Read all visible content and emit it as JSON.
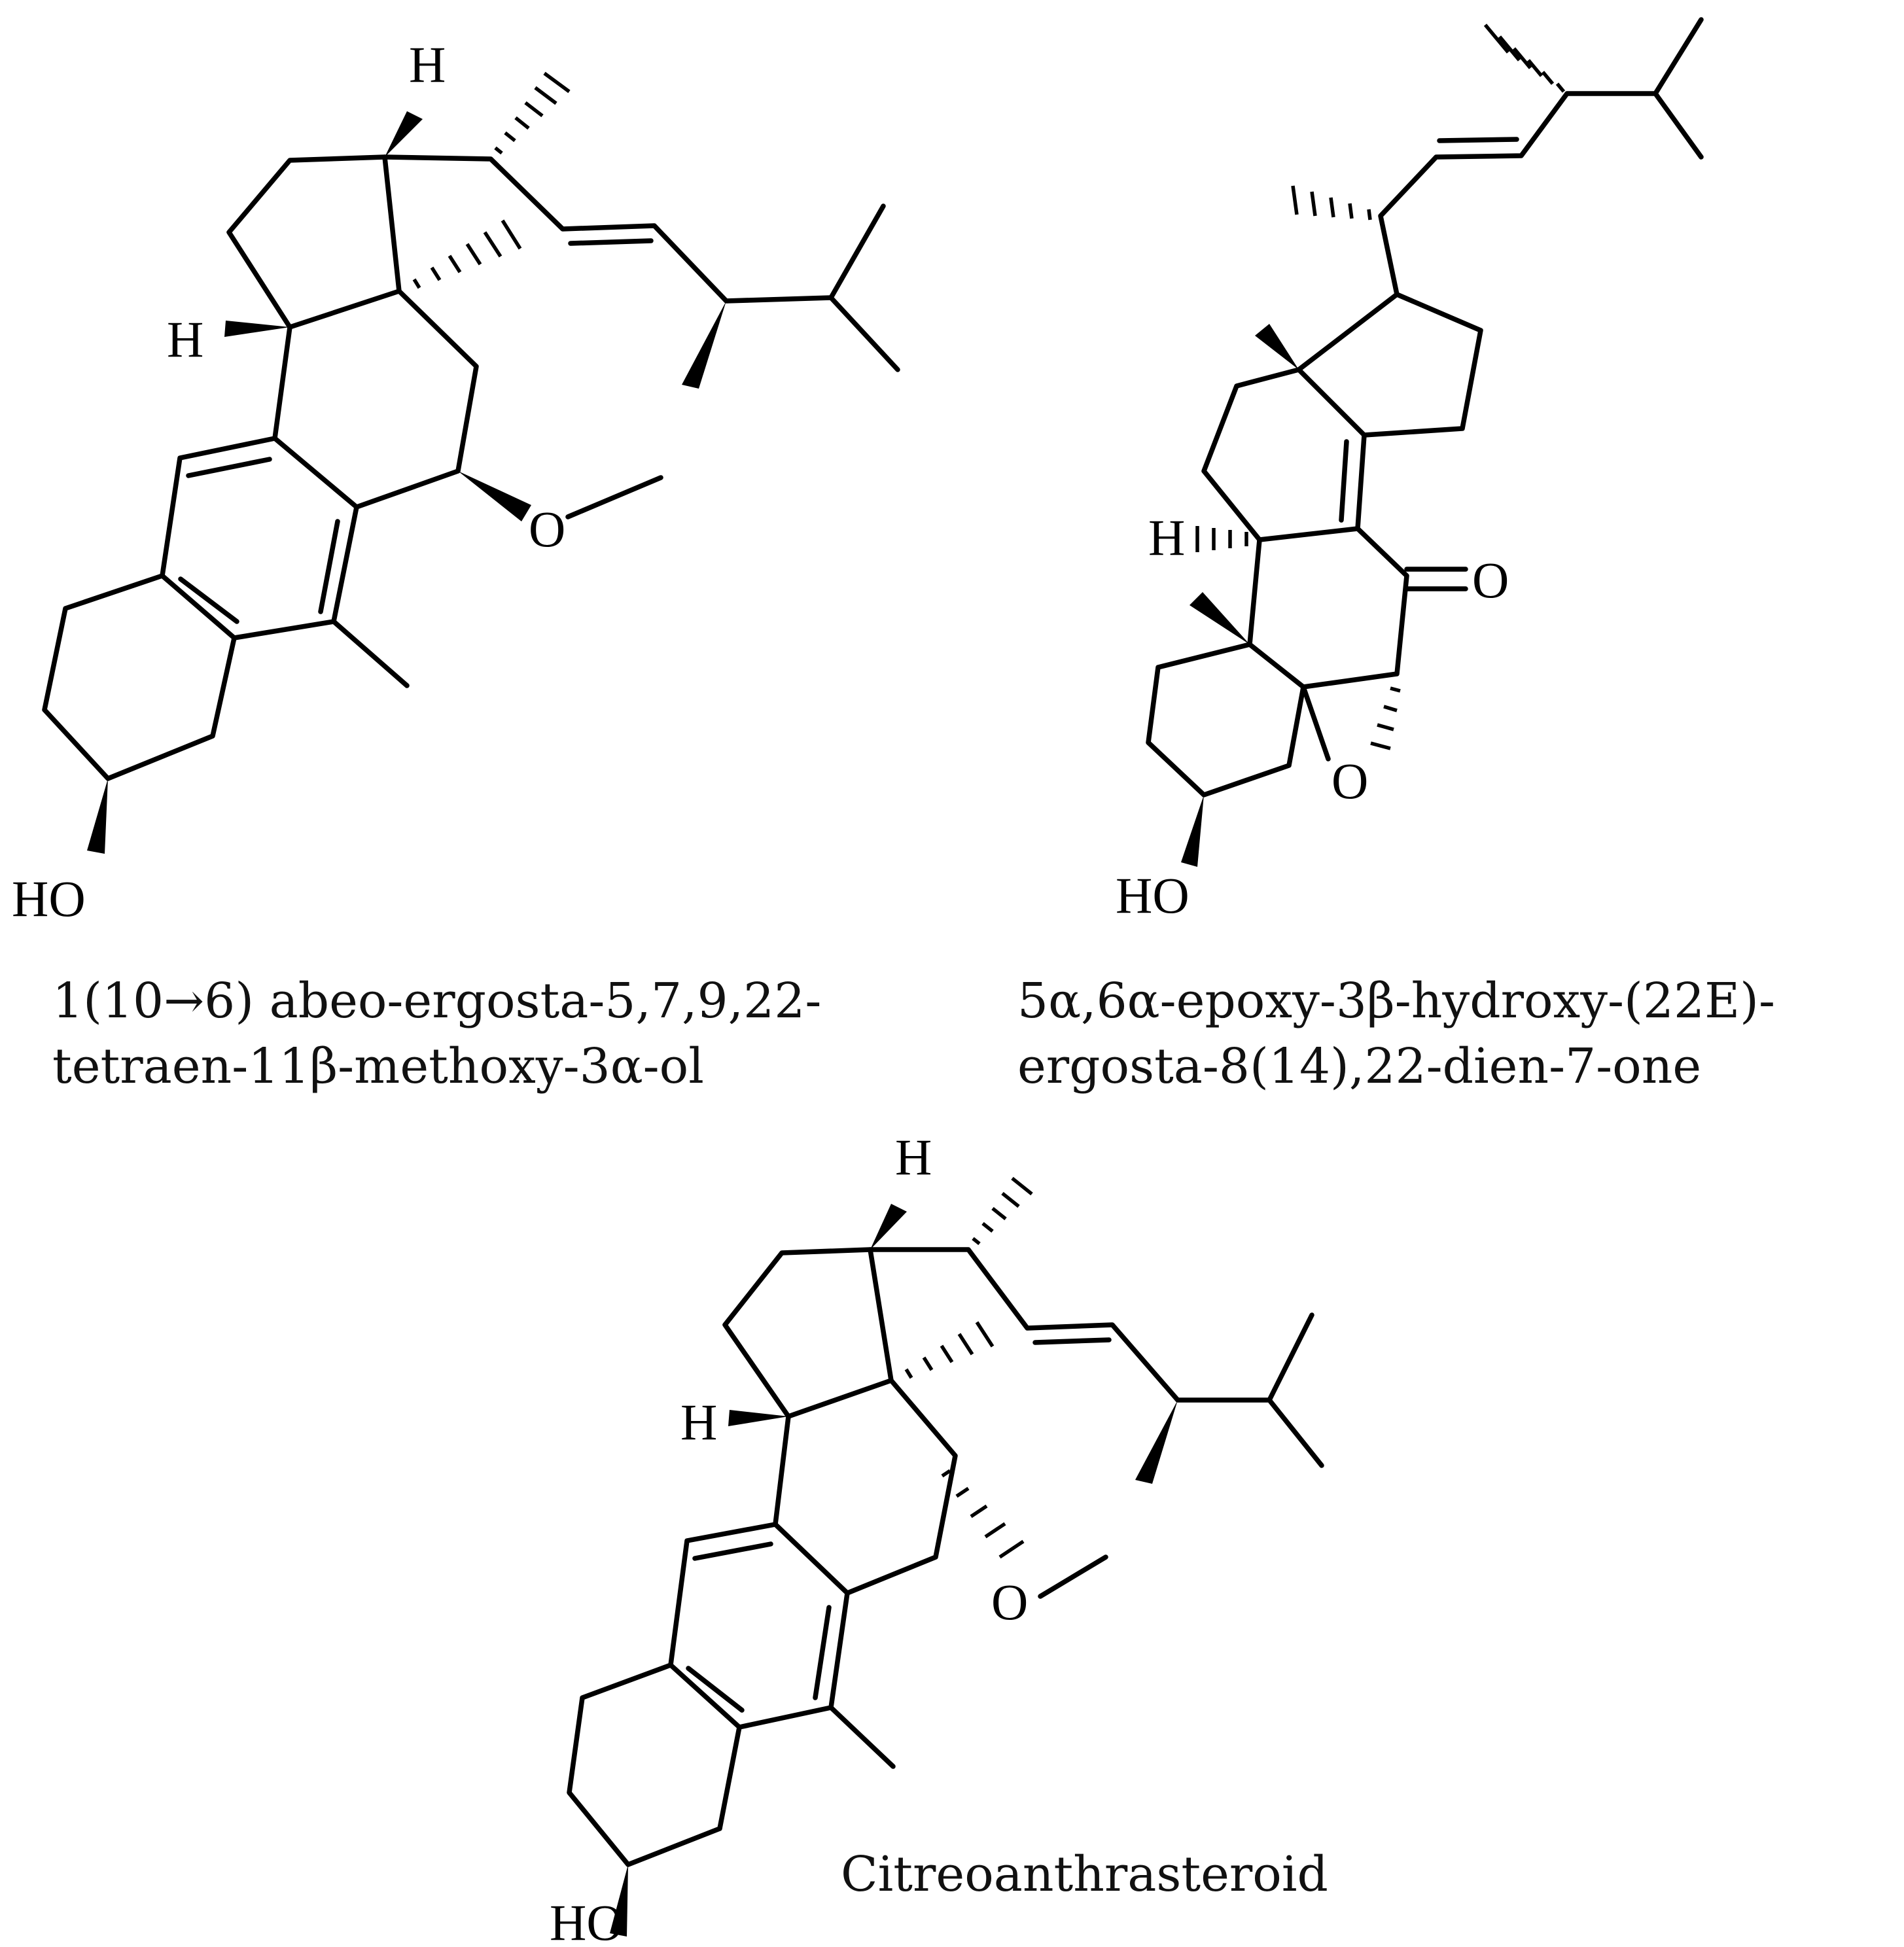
{
  "compounds": [
    {
      "name_lines": [
        "1(10→6) abeo-ergosta-5,7,9,22-",
        "tetraen-11β-methoxy-3α-ol"
      ],
      "atom_labels": {
        "h_top": "H",
        "h_left": "H",
        "o_methoxy": "O",
        "hydroxyl": "HO"
      }
    },
    {
      "name_lines": [
        "5α,6α-epoxy-3β-hydroxy-(22E)-",
        "ergosta-8(14),22-dien-7-one"
      ],
      "atom_labels": {
        "h_left": "H",
        "o_ketone": "O",
        "o_epoxide": "O",
        "hydroxyl": "HO"
      }
    },
    {
      "name_lines": [
        "Citreoanthrasteroid"
      ],
      "atom_labels": {
        "h_top": "H",
        "h_left": "H",
        "o_methoxy": "O",
        "hydroxyl": "HO"
      }
    }
  ]
}
